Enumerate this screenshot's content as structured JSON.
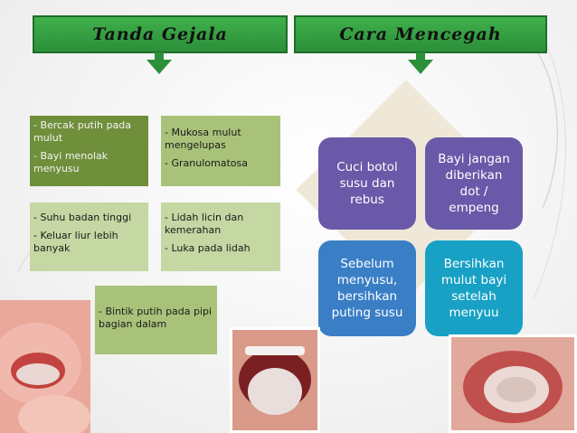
{
  "headers": {
    "left": "Tanda Gejala",
    "right": "Cara Mencegah"
  },
  "symptoms": [
    {
      "lines": [
        "- Bercak putih pada mulut",
        "- Bayi menolak menyusu"
      ]
    },
    {
      "lines": [
        "- Mukosa  mulut mengelupas",
        "- Granulomatosa"
      ]
    },
    {
      "lines": [
        "- Suhu badan tinggi",
        "- Keluar liur lebih banyak"
      ]
    },
    {
      "lines": [
        "- Lidah licin dan kemerahan",
        "- Luka pada lidah"
      ]
    },
    {
      "lines": [
        "- Bintik putih pada pipi bagian dalam"
      ]
    }
  ],
  "prevention": {
    "top_left": "Cuci botol susu dan rebus",
    "top_right": "Bayi jangan diberikan dot / empeng",
    "bottom_left": "Sebelum menyusu, bersihkan puting susu",
    "bottom_right": "Bersihkan mulut bayi setelah menyuu"
  },
  "colors": {
    "header_green": "#2c8f3a",
    "dark_green": "#6f8f3b",
    "light_green": "#a9c27a",
    "purple": "#6a58a8",
    "blue": "#3a7fc6",
    "teal": "#18a1c4"
  },
  "photos": [
    "baby-mouth-photo-left",
    "tongue-photo-center",
    "mouth-closeup-photo-right"
  ]
}
